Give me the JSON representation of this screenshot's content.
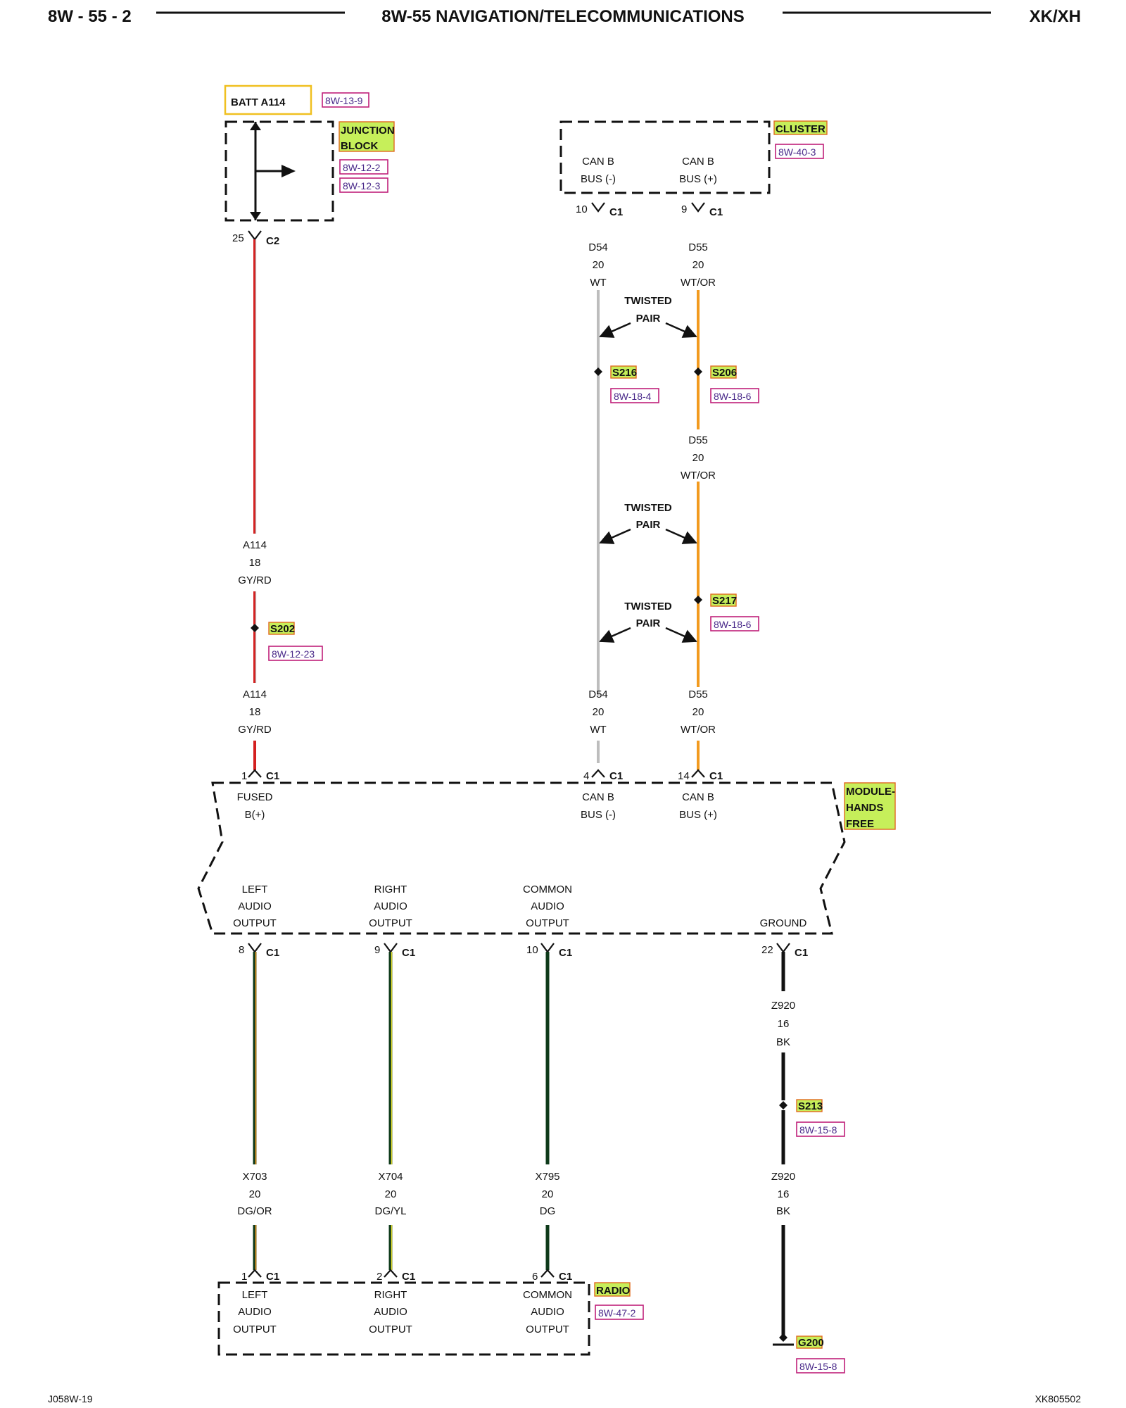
{
  "header": {
    "page_code": "8W - 55 - 2",
    "title": "8W-55 NAVIGATION/TELECOMMUNICATIONS",
    "model": "XK/XH"
  },
  "footer": {
    "left_code": "J058W-19",
    "right_code": "XK805502"
  },
  "colors": {
    "red_wire": "#d42020",
    "gray_wire": "#bdbdbd",
    "orange_wire": "#f29a1f",
    "dark_green_wire": "#0e3a1a",
    "yellow_stripe": "#e8e030",
    "black_wire": "#111111",
    "highlight_fill": "#c6ef5a",
    "reference_box": "#c0207a"
  },
  "components": {
    "batt": {
      "label": "BATT A114",
      "ref": "8W-13-9"
    },
    "junction_block": {
      "line1": "JUNCTION",
      "line2": "BLOCK",
      "refs": [
        "8W-12-2",
        "8W-12-3"
      ]
    },
    "cluster": {
      "name": "CLUSTER",
      "ref": "8W-40-3",
      "pins": [
        {
          "l1": "CAN B",
          "l2": "BUS (-)"
        },
        {
          "l1": "CAN B",
          "l2": "BUS (+)"
        }
      ]
    },
    "module": {
      "name": [
        "MODULE-",
        "HANDS",
        "FREE"
      ],
      "top_pins": [
        {
          "l1": "FUSED",
          "l2": "B(+)"
        },
        {
          "l1": "CAN B",
          "l2": "BUS (-)"
        },
        {
          "l1": "CAN B",
          "l2": "BUS (+)"
        }
      ],
      "bottom_pins": [
        {
          "l1": "LEFT",
          "l2": "AUDIO",
          "l3": "OUTPUT"
        },
        {
          "l1": "RIGHT",
          "l2": "AUDIO",
          "l3": "OUTPUT"
        },
        {
          "l1": "COMMON",
          "l2": "AUDIO",
          "l3": "OUTPUT"
        },
        {
          "l1": "GROUND"
        }
      ]
    },
    "radio": {
      "name": "RADIO",
      "ref": "8W-47-2",
      "pins": [
        {
          "l1": "LEFT",
          "l2": "AUDIO",
          "l3": "OUTPUT"
        },
        {
          "l1": "RIGHT",
          "l2": "AUDIO",
          "l3": "OUTPUT"
        },
        {
          "l1": "COMMON",
          "l2": "AUDIO",
          "l3": "OUTPUT"
        }
      ]
    }
  },
  "connectors": {
    "jb_c2": {
      "pin": "25",
      "name": "C2"
    },
    "cl_c1_10": {
      "pin": "10",
      "name": "C1"
    },
    "cl_c1_9": {
      "pin": "9",
      "name": "C1"
    },
    "m_c1_1": {
      "pin": "1",
      "name": "C1"
    },
    "m_c1_4": {
      "pin": "4",
      "name": "C1"
    },
    "m_c1_14": {
      "pin": "14",
      "name": "C1"
    },
    "m_c1_8": {
      "pin": "8",
      "name": "C1"
    },
    "m_c1_9": {
      "pin": "9",
      "name": "C1"
    },
    "m_c1_10": {
      "pin": "10",
      "name": "C1"
    },
    "m_c1_22": {
      "pin": "22",
      "name": "C1"
    },
    "r_c1_1": {
      "pin": "1",
      "name": "C1"
    },
    "r_c1_2": {
      "pin": "2",
      "name": "C1"
    },
    "r_c1_6": {
      "pin": "6",
      "name": "C1"
    }
  },
  "wires": {
    "a114_upper": {
      "circuit": "A114",
      "gauge": "18",
      "color": "GY/RD"
    },
    "a114_lower": {
      "circuit": "A114",
      "gauge": "18",
      "color": "GY/RD"
    },
    "d54_upper": {
      "circuit": "D54",
      "gauge": "20",
      "color": "WT"
    },
    "d55_upper": {
      "circuit": "D55",
      "gauge": "20",
      "color": "WT/OR"
    },
    "d55_mid": {
      "circuit": "D55",
      "gauge": "20",
      "color": "WT/OR"
    },
    "d54_lower": {
      "circuit": "D54",
      "gauge": "20",
      "color": "WT"
    },
    "d55_lower": {
      "circuit": "D55",
      "gauge": "20",
      "color": "WT/OR"
    },
    "x703": {
      "circuit": "X703",
      "gauge": "20",
      "color": "DG/OR"
    },
    "x704": {
      "circuit": "X704",
      "gauge": "20",
      "color": "DG/YL"
    },
    "x795": {
      "circuit": "X795",
      "gauge": "20",
      "color": "DG"
    },
    "z920_upper": {
      "circuit": "Z920",
      "gauge": "16",
      "color": "BK"
    },
    "z920_lower": {
      "circuit": "Z920",
      "gauge": "16",
      "color": "BK"
    }
  },
  "splices": {
    "s202": {
      "name": "S202",
      "ref": "8W-12-23"
    },
    "s216": {
      "name": "S216",
      "ref": "8W-18-4"
    },
    "s206": {
      "name": "S206",
      "ref": "8W-18-6"
    },
    "s217": {
      "name": "S217",
      "ref": "8W-18-6"
    },
    "s213": {
      "name": "S213",
      "ref": "8W-15-8"
    }
  },
  "ground": {
    "name": "G200",
    "ref": "8W-15-8"
  },
  "twisted_pair": {
    "line1": "TWISTED",
    "line2": "PAIR"
  }
}
